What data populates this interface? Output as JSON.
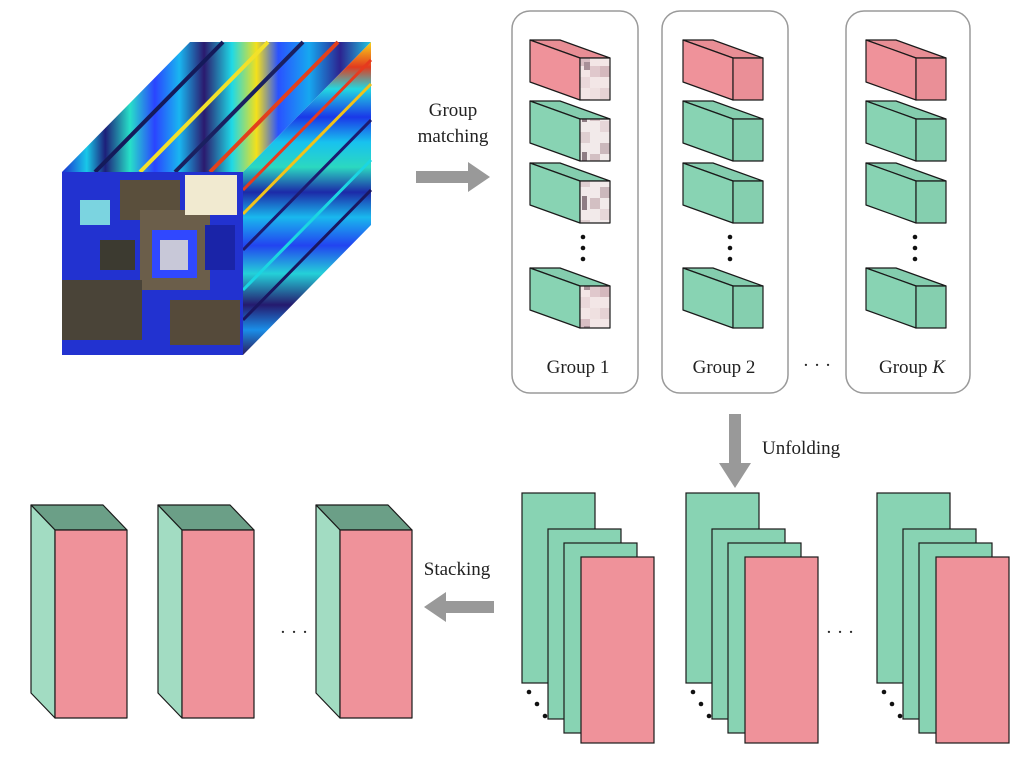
{
  "labels": {
    "group_matching_line1": "Group",
    "group_matching_line2": "matching",
    "unfolding": "Unfolding",
    "stacking": "Stacking",
    "group_1": "Group 1",
    "group_2": "Group 2",
    "group_k_prefix": "Group ",
    "group_k_var": "K",
    "ellipsis": "· · ·"
  },
  "colors": {
    "patch_pink": "#ef929a",
    "patch_green": "#88d3b3",
    "stack_green_side": "#a2dcc2",
    "stack_green_top": "#6b9f87",
    "arrow_gray": "#999999",
    "outline": "#1a1a1a"
  }
}
